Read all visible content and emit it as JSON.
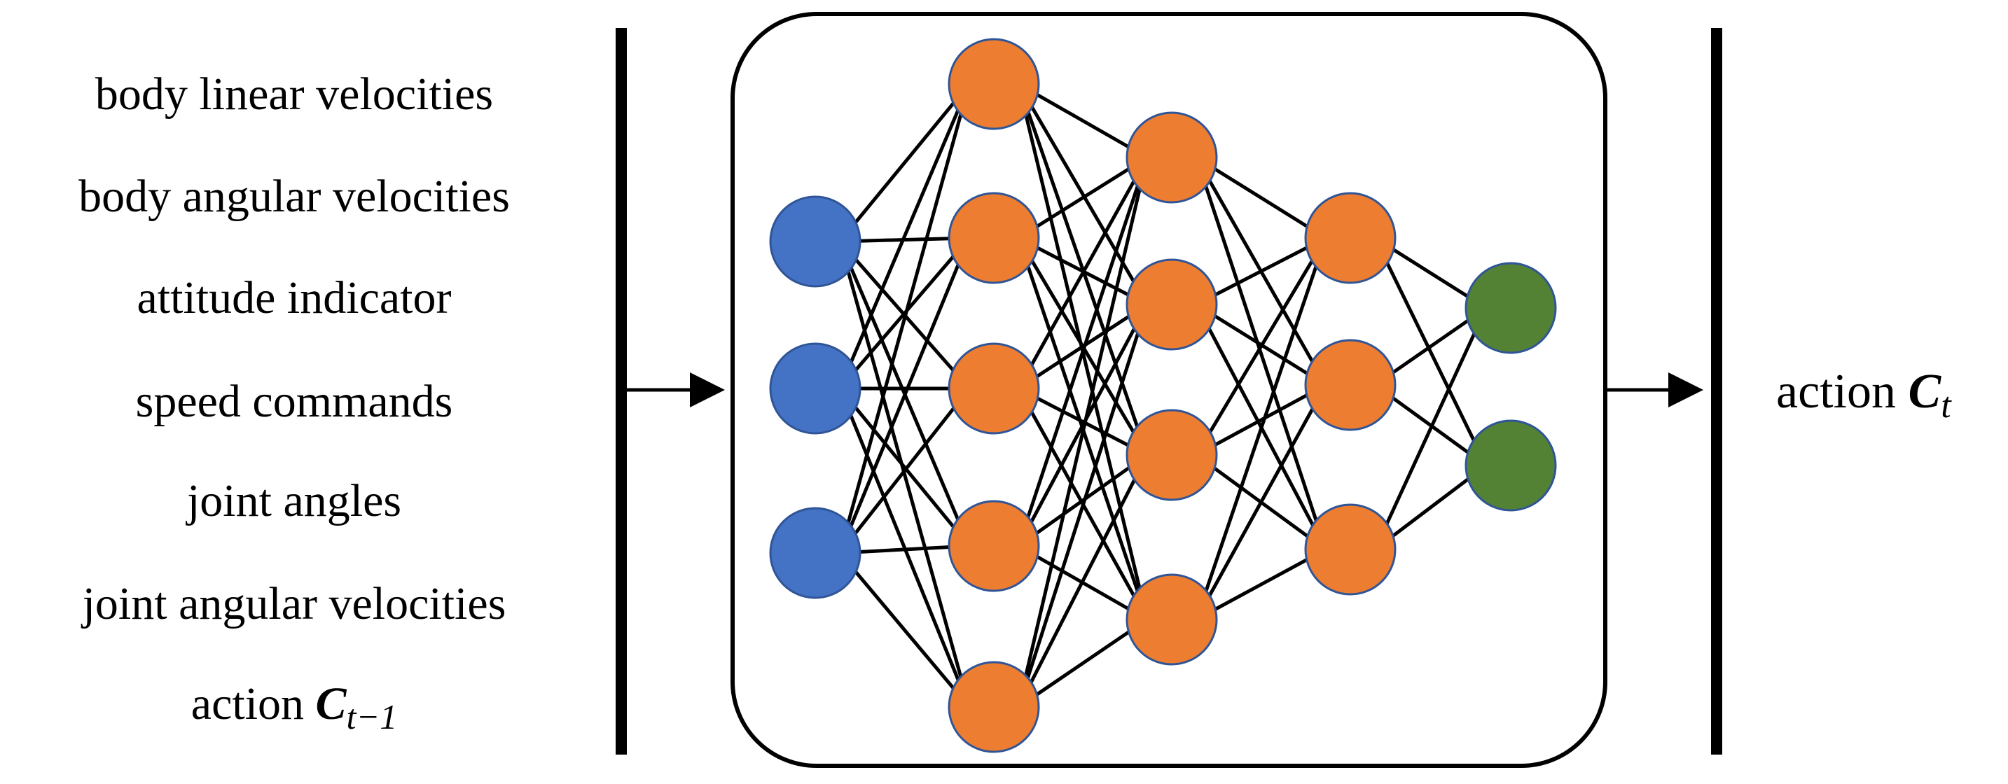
{
  "inputs": [
    "body linear velocities",
    "body angular velocities",
    "attitude indicator",
    "speed commands",
    "joint angles",
    "joint angular velocities",
    "action"
  ],
  "input_action_symbol": "C",
  "input_action_subscript": "t−1",
  "output_label": "action",
  "output_action_symbol": "C",
  "output_action_subscript": "t",
  "network": {
    "layers": [
      3,
      5,
      4,
      3,
      2
    ],
    "colors": {
      "input_node": "#4472C4",
      "input_stroke": "#2F5597",
      "hidden_node": "#ED7D31",
      "hidden_stroke": "#2F5597",
      "output_node": "#548235",
      "output_stroke": "#2F5597",
      "edge": "#000000"
    }
  }
}
